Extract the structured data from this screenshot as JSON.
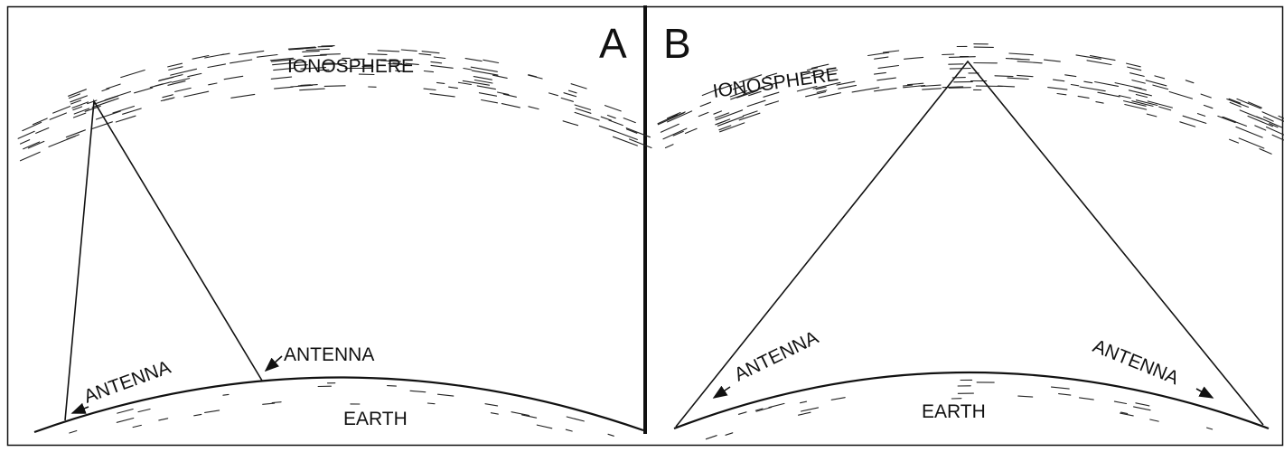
{
  "panels": [
    {
      "letter": "A",
      "ionosphere_label": "IONOSPHERE",
      "earth_label": "EARTH",
      "antenna_labels": [
        "ANTENNA",
        "ANTENNA"
      ]
    },
    {
      "letter": "B",
      "ionosphere_label": "IONOSPHERE",
      "earth_label": "EARTH",
      "antenna_labels": [
        "ANTENNA",
        "ANTENNA"
      ]
    }
  ]
}
